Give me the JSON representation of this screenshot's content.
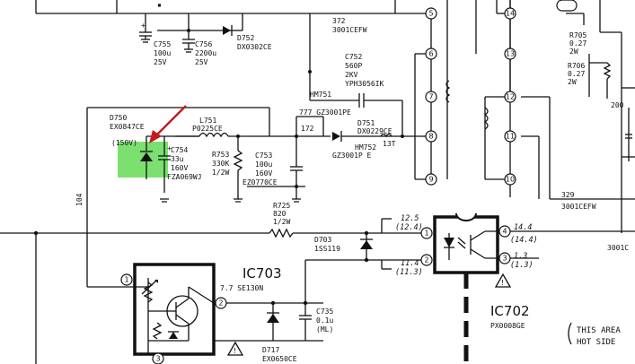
{
  "labels": {
    "c755": "C755",
    "c755v1": "100u",
    "c755v2": "25V",
    "c756": "C756",
    "c756v1": "2200u",
    "c756v2": "25V",
    "d752": "D752",
    "d752v": "DX0302CE",
    "r372": "372",
    "r372v": "3001CEFW",
    "c752": "C752",
    "c752v1": "560P",
    "c752v2": "2KV",
    "c752v3": "YPH3056IK",
    "hm751": "HM751",
    "gz": "777 GZ3001PE",
    "d751": "D751",
    "d751v": "DX0229CE",
    "n172": "172",
    "n13t": "13T",
    "hm752": "HM752",
    "gz2": "GZ3001P E",
    "d750": "D750",
    "d750v": "EX0847CE",
    "v150": "(150V)",
    "l751": "L751",
    "l751v": "P0225CE",
    "c754": "C754",
    "c754v1": "33u",
    "c754v2": "160V",
    "c754v3": "FZA069WJ",
    "r753": "R753",
    "r753v1": "330K",
    "r753v2": "1/2W",
    "c753": "C753",
    "c753v1": "100u",
    "c753v2": "160V",
    "c753v3": "EZ0770CE",
    "n104": "104",
    "r725": "R725",
    "r725v1": "820",
    "r725v2": "1/2W",
    "d703": "D703",
    "d703v": "1SS119",
    "ic703": "IC703",
    "ic703v": "7.7 SE130N",
    "ic702": "IC702",
    "ic702v": "PX0008GE",
    "c735": "C735",
    "c735v1": "0.1u",
    "c735v2": "(ML)",
    "d717": "D717",
    "d717v": "EX0650CE",
    "v125a": "12.5",
    "v124": "(12.4)",
    "v114": "11.4",
    "v113": "(11.3)",
    "v144a": "14.4",
    "v144b": "(14.4)",
    "v13": "1.3",
    "v13b": "(1.3)",
    "r705": "R705",
    "r705v1": "0.27",
    "r705v2": "2W",
    "r706": "R706",
    "r706v1": "0.27",
    "r706v2": "2W",
    "n200": "200",
    "r329": "329",
    "r329v": "3001CEFW",
    "r300": "3001C",
    "caution1": "THIS AREA",
    "caution2": "HOT SIDE"
  },
  "nodes": {
    "n5": "5",
    "n6": "6",
    "n7": "7",
    "n8": "8",
    "n9": "9",
    "n14": "14",
    "n13": "13",
    "n12": "12",
    "n11": "11",
    "n10": "10",
    "ic703p1": "1",
    "ic703p2": "2",
    "ic703p3": "3",
    "ic702p1": "1",
    "ic702p2": "2",
    "ic702p4": "4",
    "ic702p3": "3"
  },
  "colors": {
    "highlight": "#7be070",
    "arrow": "#c0191e"
  }
}
